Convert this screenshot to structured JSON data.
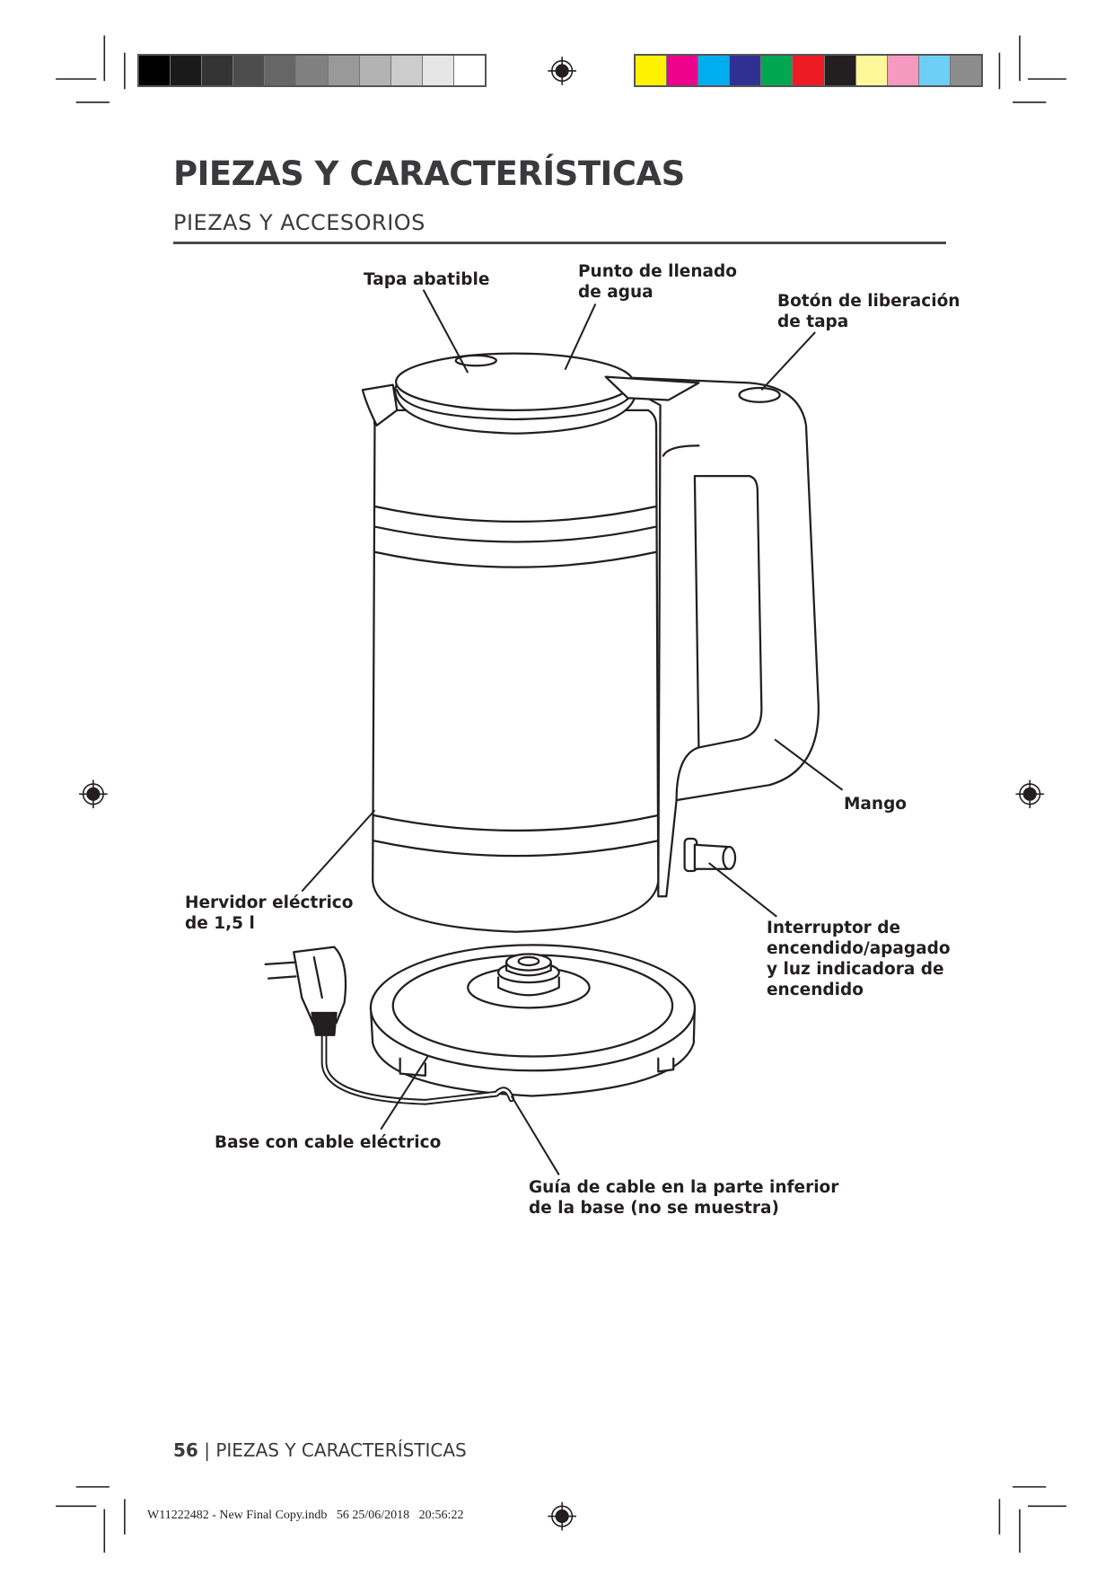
{
  "header": {
    "title": "PIEZAS Y CARACTERÍSTICAS",
    "subtitle": "PIEZAS Y ACCESORIOS"
  },
  "print_marks": {
    "grayscale": [
      "#000000",
      "#1a1a1a",
      "#333333",
      "#4d4d4d",
      "#666666",
      "#808080",
      "#999999",
      "#b3b3b3",
      "#cccccc",
      "#e6e6e6",
      "#ffffff"
    ],
    "colors": [
      "#fff200",
      "#ec008c",
      "#00aeef",
      "#2e3192",
      "#00a651",
      "#ed1c24",
      "#231f20",
      "#fff799",
      "#f49ac1",
      "#6dcff6",
      "#8c8c8c"
    ]
  },
  "labels": {
    "lid": [
      "Tapa abatible"
    ],
    "fill_point": [
      "Punto de llenado",
      "de agua"
    ],
    "lid_release": [
      "Botón de liberación",
      "de tapa"
    ],
    "handle": [
      "Mango"
    ],
    "kettle": [
      "Hervidor eléctrico",
      "de 1,5 l"
    ],
    "switch": [
      "Interruptor de",
      "encendido/apagado",
      "y luz indicadora de",
      "encendido"
    ],
    "base": [
      "Base con cable eléctrico"
    ],
    "cord_guide": [
      "Guía de cable en la parte inferior",
      "de la base (no se muestra)"
    ]
  },
  "footer": {
    "page_number": "56",
    "separator": "|",
    "section": "PIEZAS Y CARACTERÍSTICAS",
    "slug": "W11222482 - New Final Copy.indb   56 25/06/2018   20:56:22"
  }
}
